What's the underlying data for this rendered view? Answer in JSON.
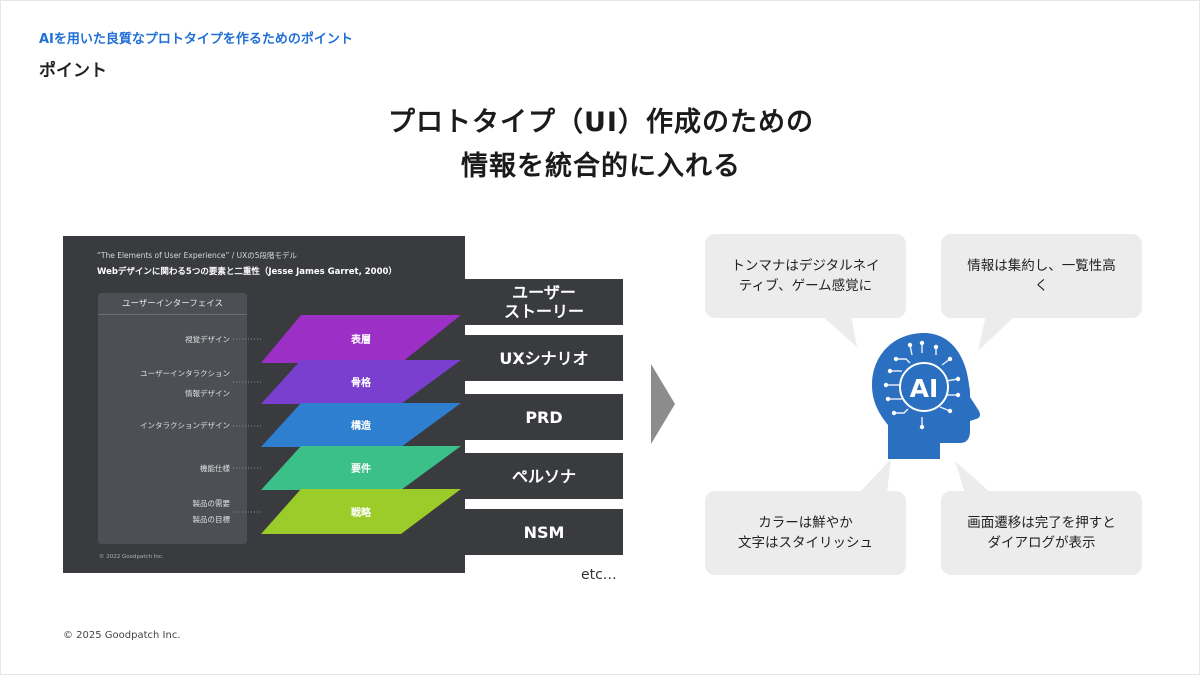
{
  "header": {
    "breadcrumb": "AIを用いた良質なプロトタイプを作るためのポイント",
    "section": "ポイント"
  },
  "title": {
    "line1": "プロトタイプ（UI）作成のための",
    "line2": "情報を統合的に入れる"
  },
  "figure": {
    "title_line1": "“The Elements of User Experience” / UXの5段階モデル",
    "title_line2": "Webデザインに関わる5つの要素と二重性（Jesse James Garret, 2000）",
    "panel_title": "ユーザーインターフェイス",
    "left_labels": [
      [
        "視覚デザイン"
      ],
      [
        "ユーザーインタラクション",
        "情報デザイン"
      ],
      [
        "インタラクションデザイン"
      ],
      [
        "機能仕様"
      ],
      [
        "製品の需要",
        "製品の目標"
      ]
    ],
    "layers": [
      {
        "label": "表層",
        "color": "#9b2fc6"
      },
      {
        "label": "骨格",
        "color": "#7a3fcf"
      },
      {
        "label": "構造",
        "color": "#2f7fd0"
      },
      {
        "label": "要件",
        "color": "#3cc08a"
      },
      {
        "label": "戦略",
        "color": "#9bcc2a"
      }
    ],
    "copyright": "© 2022 Goodpatch Inc."
  },
  "deliverables": {
    "items": [
      "ユーザー\nストーリー",
      "UXシナリオ",
      "PRD",
      "ペルソナ",
      "NSM"
    ],
    "etc": "etc…"
  },
  "bubbles": {
    "top_left": "トンマナはデジタルネイ\nティブ、ゲーム感覚に",
    "top_right": "情報は集約し、一覧性高\nく",
    "bottom_left": "カラーは鮮やか\n文字はスタイリッシュ",
    "bottom_right": "画面遷移は完了を押すと\nダイアログが表示"
  },
  "ai_icon": {
    "text": "AI",
    "icon": "ai-head-circuit-icon",
    "color": "#2a6fc0"
  },
  "footer": {
    "copyright": "© 2025 Goodpatch Inc."
  }
}
